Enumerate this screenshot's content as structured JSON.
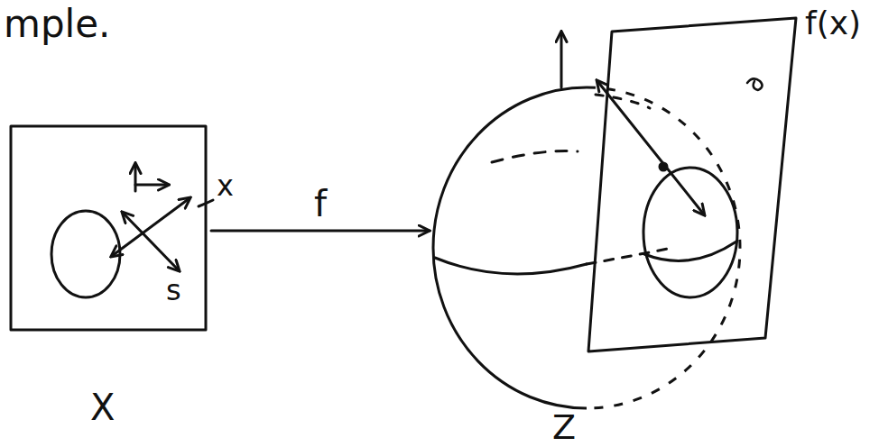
{
  "diagram": {
    "nodes": [
      {
        "text": [
          "X"
        ]
      },
      {
        "text": [
          "Z"
        ]
      },
      {
        "text": [
          "f(x)"
        ]
      }
    ],
    "edges": [
      {
        "from": 0,
        "to": 1,
        "arrow": "to",
        "label": "f"
      }
    ],
    "labels": [
      "mple.",
      "x",
      "s"
    ]
  }
}
